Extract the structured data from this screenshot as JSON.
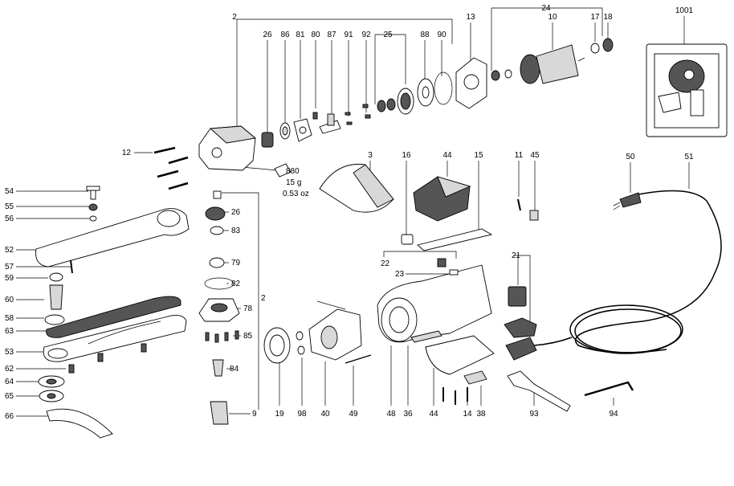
{
  "diagram": {
    "type": "exploded-parts-view",
    "callouts": {
      "c2a": "2",
      "c26a": "26",
      "c86": "86",
      "c81": "81",
      "c80": "80",
      "c87": "87",
      "c91": "91",
      "c92": "92",
      "c25": "25",
      "c88": "88",
      "c90": "90",
      "c13": "13",
      "c24": "24",
      "c10": "10",
      "c17": "17",
      "c18": "18",
      "c1001": "1001",
      "c12": "12",
      "c880": "880",
      "c15g": "15 g",
      "c053": "0.53 oz",
      "c3": "3",
      "c16": "16",
      "c44a": "44",
      "c15": "15",
      "c11": "11",
      "c45": "45",
      "c50": "50",
      "c51": "51",
      "c54": "54",
      "c55": "55",
      "c56": "56",
      "c52": "52",
      "c57": "57",
      "c59": "59",
      "c60": "60",
      "c58": "58",
      "c63": "63",
      "c53": "53",
      "c62": "62",
      "c64": "64",
      "c65": "65",
      "c66": "66",
      "c26b": "26",
      "c83": "83",
      "c79": "79",
      "c82": "82",
      "c2b": "2",
      "c78": "78",
      "c85": "85",
      "c84": "84",
      "c9": "9",
      "c22": "22",
      "c23": "23",
      "c21": "21",
      "c19": "19",
      "c98": "98",
      "c40": "40",
      "c49": "49",
      "c48": "48",
      "c36": "36",
      "c44b": "44",
      "c14": "14",
      "c38": "38",
      "c93": "93",
      "c94": "94"
    }
  }
}
